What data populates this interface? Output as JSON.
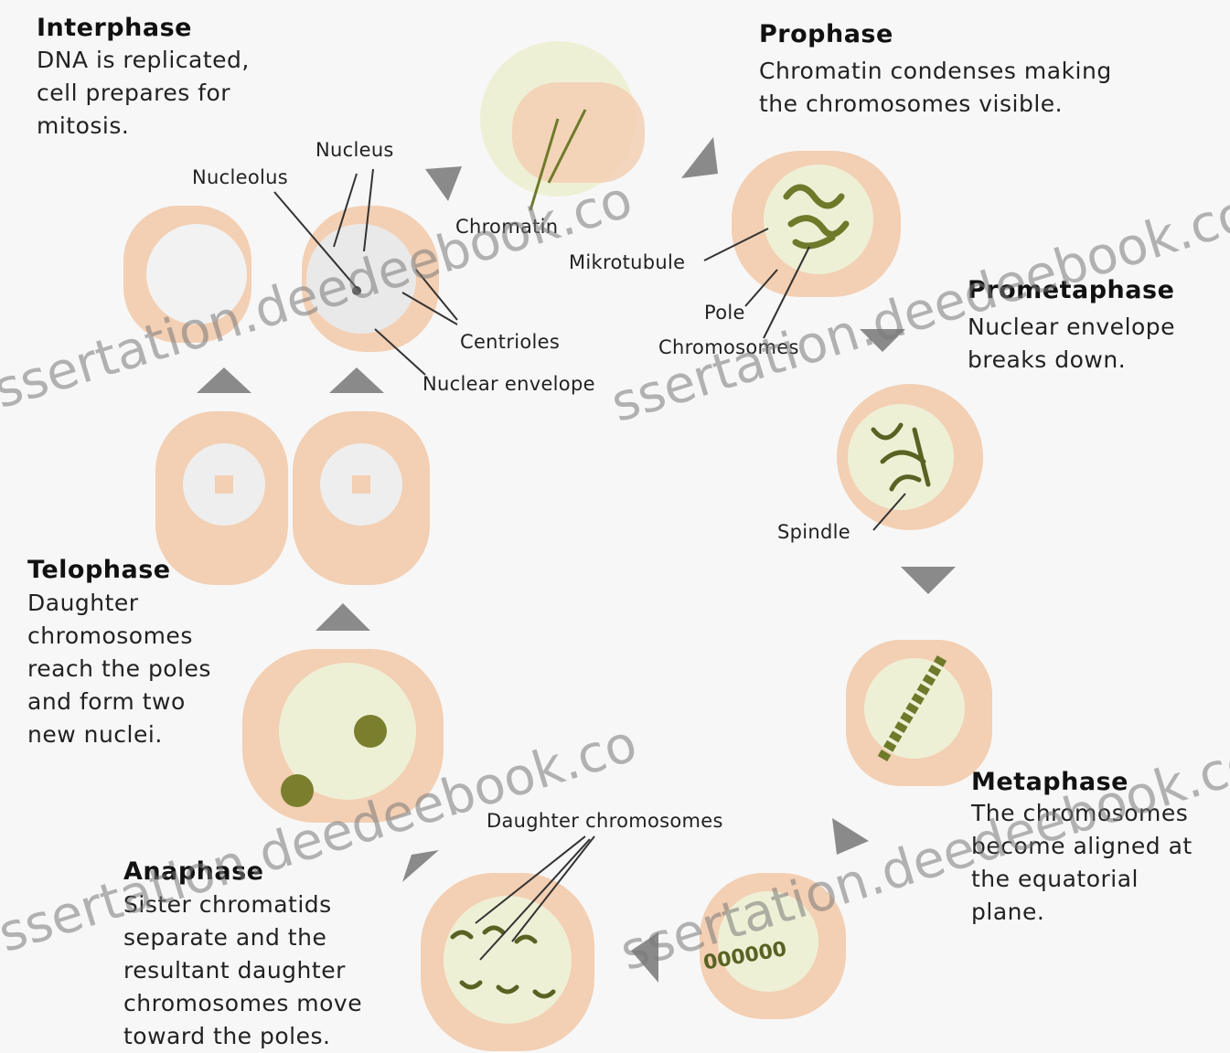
{
  "phases": {
    "interphase": {
      "title": "Interphase",
      "desc": "DNA is replicated,\ncell prepares for\nmitosis."
    },
    "prophase": {
      "title": "Prophase",
      "desc": "Chromatin condenses making\nthe chromosomes visible."
    },
    "prometaphase": {
      "title": "Prometaphase",
      "desc": "Nuclear envelope\nbreaks down."
    },
    "metaphase": {
      "title": "Metaphase",
      "desc": "The chromosomes\nbecome aligned at\nthe equatorial\nplane."
    },
    "anaphase": {
      "title": "Anaphase",
      "desc": "Sister chromatids\nseparate and the\nresultant daughter\nchromosomes move\ntoward the poles."
    },
    "telophase": {
      "title": "Telophase",
      "desc": "Daughter\nchromosomes\nreach the poles\nand form two\nnew nuclei."
    }
  },
  "labels": {
    "nucleus": "Nucleus",
    "nucleolus": "Nucleolus",
    "chromatin": "Chromatin",
    "centrioles": "Centrioles",
    "nuclear_envelope": "Nuclear envelope",
    "mikrotubule": "Mikrotubule",
    "pole": "Pole",
    "chromosomes": "Chromosomes",
    "spindle": "Spindle",
    "daughter_chromosomes": "Daughter chromosomes"
  },
  "watermark": "ssertation.deedeebook.co",
  "colors": {
    "cell_fill": "#f3cfb3",
    "cytoplasm": "#eef0d6",
    "nucleus": "#e6e6e6",
    "chromosome": "#6e7a2a",
    "arrow": "#8a8a8a"
  }
}
